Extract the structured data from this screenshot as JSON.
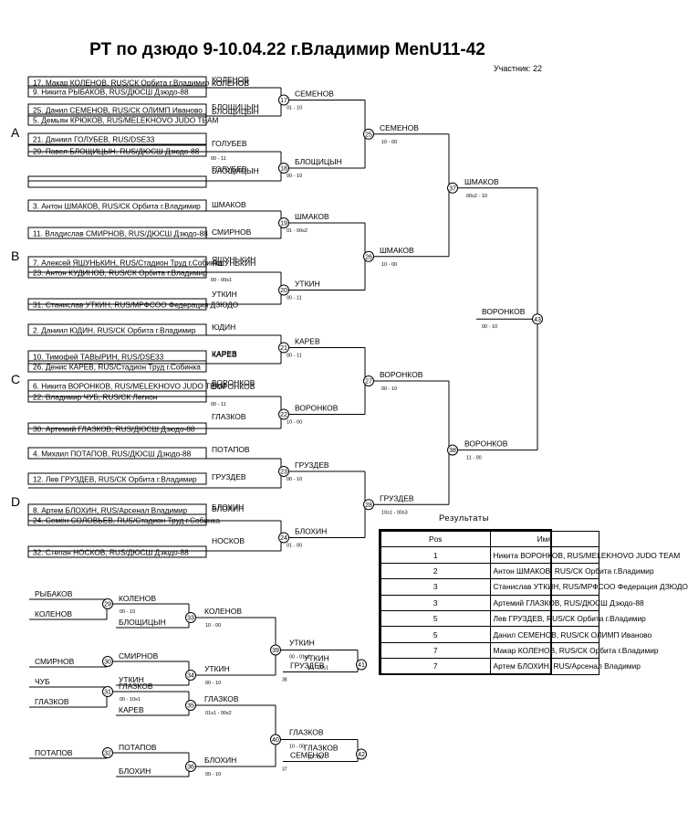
{
  "header": {
    "title": "РТ по дзюдо  9-10.04.22  г.Владимир   MenU11-42",
    "participants": "Участник: 22"
  },
  "pools": [
    "A",
    "B",
    "C",
    "D"
  ],
  "entries": [
    [
      "17. Макар КОЛЕНОВ, RUS/СК Орбита г.Владимир",
      "9. Никита РЫБАКОВ, RUS/ДЮСШ Дзюдо-88",
      "25. Данил СЕМЕНОВ, RUS/СК ОЛИМП Иваново",
      "5. Демьян КРЮКОВ, RUS/MELEKHOVO JUDO TEAM",
      "21. Даниил ГОЛУБЕВ, RUS/DSE33",
      "29. Павел БЛОЩИЦЫН, RUS/ДЮСШ Дзюдо-88"
    ],
    [
      "3. Антон ШМАКОВ, RUS/СК Орбита г.Владимир",
      "11. Владислав СМИРНОВ, RUS/ДЮСШ Дзюдо-88",
      "7. Алексей ЯШУНЬКИН, RUS/Стадион Труд г.Собинка",
      "23. Антон КУДИНОВ, RUS/СК Орбита г.Владимир",
      "31. Станислав УТКИН, RUS/МРФСОО Федерация ДЗЮДО"
    ],
    [
      "2. Даниил ЮДИН, RUS/СК Орбита г.Владимир",
      "10. Тимофей ТАВЫРИН, RUS/DSE33",
      "26. Денис КАРЕВ, RUS/Стадион Труд г.Собинка",
      "6. Никита ВОРОНКОВ, RUS/MELEKHOVO JUDO TEAM",
      "22. Владимир ЧУБ, RUS/СК Легион",
      "30. Артемий ГЛАЗКОВ, RUS/ДЮСШ Дзюдо-88"
    ],
    [
      "4. Михаил ПОТАПОВ, RUS/ДЮСШ Дзюдо-88",
      "12. Лев ГРУЗДЕВ, RUS/СК Орбита г.Владимир",
      "8. Артем БЛОХИН, RUS/Арсенал Владимир",
      "24. Семён СОЛОВЬЕВ, RUS/Стадион Труд г.Собинка",
      "32. Степан НОСКОВ, RUS/ДЮСШ Дзюдо-88"
    ]
  ],
  "round1": [
    [
      "КОЛЕНОВ",
      "БЛОЩИЦЫН",
      "",
      "ГОЛУБЕВ"
    ],
    [
      "ШМАКОВ",
      "СМИРНОВ",
      "ЯШУНЬКИН",
      "УТКИН"
    ],
    [
      "ЮДИН",
      "КАРЕВ",
      "ВОРОНКОВ",
      "ГЛАЗКОВ"
    ],
    [
      "ПОТАПОВ",
      "ГРУЗДЕВ",
      "БЛОХИН",
      "НОСКОВ"
    ]
  ],
  "round1_scores": [
    [
      "",
      "",
      "00 - 11",
      ""
    ],
    [
      "",
      "",
      "00 - 00s1",
      ""
    ],
    [
      "",
      "",
      "00 - 11",
      "10 - 00"
    ],
    [
      "",
      "",
      "",
      ""
    ]
  ],
  "round2": [
    {
      "num": "17",
      "name": "СЕМЕНОВ",
      "score": "01 - 10"
    },
    {
      "num": "18",
      "name": "БЛОЩИЦЫН",
      "score": "00 - 10"
    },
    {
      "num": "19",
      "name": "ШМАКОВ",
      "score": "01 - 00s2"
    },
    {
      "num": "20",
      "name": "УТКИН",
      "score": "00 - 11"
    },
    {
      "num": "21",
      "name": "КАРЕВ",
      "score": "00 - 11"
    },
    {
      "num": "22",
      "name": "ВОРОНКОВ",
      "score": "10 - 00"
    },
    {
      "num": "23",
      "name": "ГРУЗДЕВ",
      "score": "00 - 10"
    },
    {
      "num": "24",
      "name": "БЛОХИН",
      "score": "01 - 00"
    }
  ],
  "small_scores": [
    "01 - 10"
  ],
  "round3": [
    {
      "num": "25",
      "name": "СЕМЕНОВ",
      "score": "10 - 00"
    },
    {
      "num": "26",
      "name": "ШМАКОВ",
      "score": "10 - 00"
    },
    {
      "num": "27",
      "name": "ВОРОНКОВ",
      "score": "00 - 10"
    },
    {
      "num": "28",
      "name": "ГРУЗДЕВ",
      "score": "10s1 - 00s3"
    }
  ],
  "semis": [
    {
      "num": "37",
      "name": "ШМАКОВ",
      "score": "00s2 - 10"
    },
    {
      "num": "38",
      "name": "ВОРОНКОВ",
      "score": "11 - 00"
    }
  ],
  "final": {
    "num": "43",
    "name": "ВОРОНКОВ",
    "score": "00 - 10"
  },
  "repechage": {
    "r1": [
      {
        "a": "РЫБАКОВ",
        "b": "КОЛЕНОВ",
        "num": "29",
        "win_a": "КОЛЕНОВ",
        "score": "00 - 10",
        "win_b": "БЛОЩИЦЫН",
        "num2": "33",
        "win2": "КОЛЕНОВ",
        "score2": "10 - 00"
      },
      {
        "a": "",
        "b": "СМИРНОВ",
        "num": "30",
        "win_a": "СМИРНОВ",
        "score": "",
        "win_b": "УТКИН",
        "num2": "34",
        "win2": "УТКИН",
        "score2": "00 - 10"
      },
      {
        "a": "ЧУБ",
        "b": "ГЛАЗКОВ",
        "num": "31",
        "win_a": "ГЛАЗКОВ",
        "score": "00 - 10s1",
        "win_b": "КАРЕВ",
        "num2": "35",
        "win2": "ГЛАЗКОВ",
        "score2": "01s1 - 00s2"
      },
      {
        "a": "",
        "b": "ПОТАПОВ",
        "num": "32",
        "win_a": "ПОТАПОВ",
        "score": "",
        "win_b": "БЛОХИН",
        "num2": "36",
        "win2": "БЛОХИН",
        "score2": "00 - 10"
      }
    ],
    "r2": [
      {
        "num": "39",
        "name": "УТКИН",
        "score": "00 - 01s1"
      },
      {
        "num": "40",
        "name": "ГЛАЗКОВ",
        "score": "10 - 00"
      }
    ],
    "bronze": [
      {
        "num": "41",
        "top": "УТКИН",
        "score": "10 - 00s1",
        "bottom": "ГРУЗДЕВ",
        "mark": "38"
      },
      {
        "num": "42",
        "top": "ГЛАЗКОВ",
        "score": "10 - 00",
        "bottom": "СЕМЕНОВ",
        "mark": "37"
      }
    ]
  },
  "results": {
    "title": "Результаты",
    "headers": [
      "Pos",
      "Имя"
    ],
    "rows": [
      [
        "1",
        "Никита ВОРОНКОВ, RUS/MELEKHOVO JUDO TEAM"
      ],
      [
        "2",
        "Антон ШМАКОВ, RUS/СК Орбита г.Владимир"
      ],
      [
        "3",
        "Станислав УТКИН, RUS/МРФСОО Федерация ДЗЮДО"
      ],
      [
        "3",
        "Артемий ГЛАЗКОВ, RUS/ДЮСШ Дзюдо-88"
      ],
      [
        "5",
        "Лев ГРУЗДЕВ, RUS/СК Орбита г.Владимир"
      ],
      [
        "5",
        "Данил СЕМЕНОВ, RUS/СК ОЛИМП Иваново"
      ],
      [
        "7",
        "Макар КОЛЕНОВ, RUS/СК Орбита г.Владимир"
      ],
      [
        "7",
        "Артем БЛОХИН, RUS/Арсенал Владимир"
      ]
    ]
  }
}
